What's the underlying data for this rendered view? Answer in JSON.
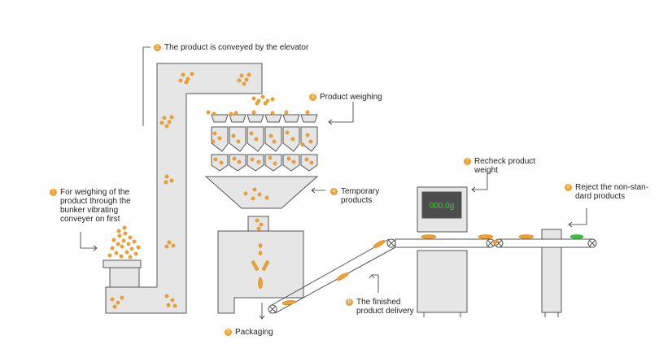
{
  "colors": {
    "machine_fill": "#e6e6e6",
    "outline": "#555555",
    "product": "#f0a030",
    "product_dark": "#d9800f",
    "badge": "#f0a030",
    "screen_bg": "#4d4d4d",
    "screen_text": "#2bd62b",
    "reject_product": "#35c33d"
  },
  "steps": [
    {
      "number": "1",
      "text": "For weighing of the\nproduct through the\nbunker vibrating\nconveyer on first"
    },
    {
      "number": "2",
      "text": "The product is conveyed by the elevator"
    },
    {
      "number": "3",
      "text": "Product weighing"
    },
    {
      "number": "4",
      "text": "Temporary\nproducts"
    },
    {
      "number": "5",
      "text": "Packaging"
    },
    {
      "number": "6",
      "text": "The finished\nproduct delivery"
    },
    {
      "number": "7",
      "text": "Recheck product\nweight"
    },
    {
      "number": "8",
      "text": "Reject the non-stan-\ndard products"
    }
  ],
  "checkweigher": {
    "display": "000.0g"
  },
  "icons": [
    "conveyor-roller-icon",
    "product-granule-icon"
  ]
}
